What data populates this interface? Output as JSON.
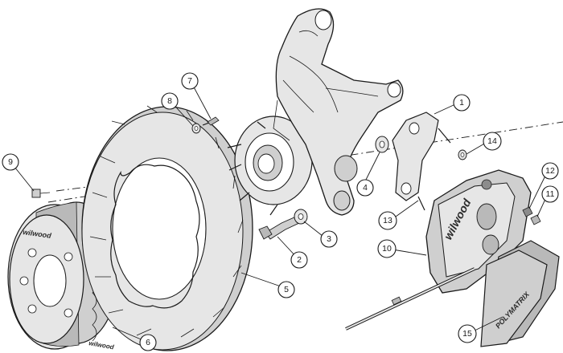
{
  "diagram": {
    "brand_text": "wilwood",
    "pad_text": "POLYMATRIX",
    "callouts": [
      {
        "number": "1"
      },
      {
        "number": "2"
      },
      {
        "number": "3"
      },
      {
        "number": "4"
      },
      {
        "number": "5"
      },
      {
        "number": "6"
      },
      {
        "number": "7"
      },
      {
        "number": "8"
      },
      {
        "number": "9"
      },
      {
        "number": "10"
      },
      {
        "number": "11"
      },
      {
        "number": "12"
      },
      {
        "number": "13"
      },
      {
        "number": "14"
      },
      {
        "number": "15"
      }
    ]
  }
}
